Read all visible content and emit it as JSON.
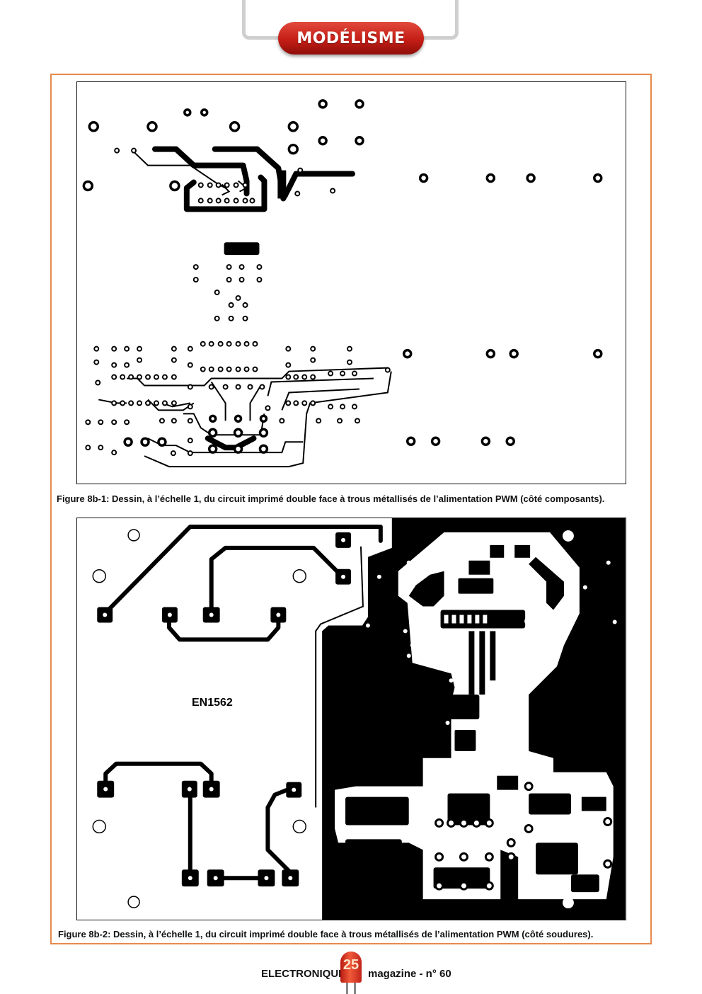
{
  "header": {
    "section_title": "MODÉLISME"
  },
  "figure_top": {
    "caption": "Figure 8b-1: Dessin, à l’échelle 1, du circuit imprimé double face à trous métallisés de l’alimentation PWM (côté composants)."
  },
  "figure_bottom": {
    "board_label": "EN1562",
    "caption": "Figure 8b-2: Dessin, à l’échelle 1, du circuit imprimé double face à trous métallisés de l’alimentation PWM (côté soudures)."
  },
  "footer": {
    "magazine_name": "ELECTRONIQUE",
    "page_number": "25",
    "issue": "magazine - n° 60"
  },
  "colors": {
    "accent_red": "#c41e16",
    "frame_orange": "#e68a4c",
    "copper": "#000000"
  }
}
